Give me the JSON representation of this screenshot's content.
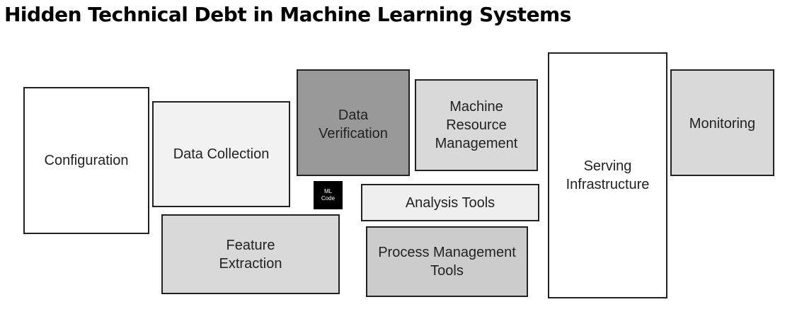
{
  "title": "Hidden Technical Debt in Machine Learning Systems",
  "components": {
    "configuration": {
      "label": "Configuration",
      "fill": "#ffffff"
    },
    "data_collection": {
      "label": "Data Collection",
      "fill": "#f2f2f2"
    },
    "data_verification": {
      "label": "Data Verification",
      "fill": "#999999"
    },
    "machine_resource_management": {
      "label": "Machine Resource Management",
      "fill": "#d9d9d9"
    },
    "ml_code": {
      "label": "ML Code",
      "fill": "#000000"
    },
    "analysis_tools": {
      "label": "Analysis Tools",
      "fill": "#efefef"
    },
    "feature_extraction": {
      "label": "Feature Extraction",
      "fill": "#d9d9d9"
    },
    "process_management_tools": {
      "label": "Process Management Tools",
      "fill": "#cccccc"
    },
    "serving_infrastructure": {
      "label": "Serving Infrastructure",
      "fill": "#ffffff"
    },
    "monitoring": {
      "label": "Monitoring",
      "fill": "#d9d9d9"
    }
  }
}
